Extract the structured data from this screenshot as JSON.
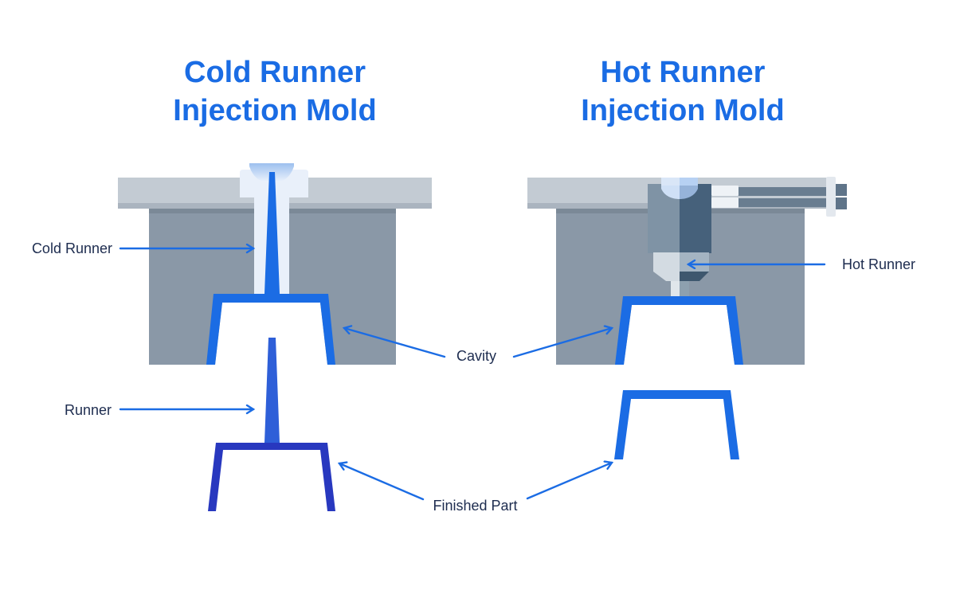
{
  "titles": {
    "left": {
      "line1": "Cold Runner",
      "line2": "Injection Mold"
    },
    "right": {
      "line1": "Hot Runner",
      "line2": "Injection Mold"
    }
  },
  "labels": {
    "cold_runner": "Cold Runner",
    "runner": "Runner",
    "cavity": "Cavity",
    "finished_part": "Finished Part",
    "hot_runner": "Hot Runner"
  },
  "colors": {
    "title_blue": "#1a6ce4",
    "accent_blue": "#1b6ce4",
    "label_navy": "#1d2c4f",
    "left_runner_stem": "#2e5fd8",
    "left_finished_part": "#2838bf",
    "plate_gray": "#c3cbd3",
    "plate_edge": "#aab4bf",
    "body_gray": "#8a98a7",
    "body_edge": "#7b8997",
    "bushing_light": "#e9f0fa",
    "hot_block_light": "#7f93a5",
    "hot_block_dark": "#46617b",
    "nozzle_light": "#d3dbe2",
    "nozzle_medium": "#a4b4c2",
    "nozzle_dark": "#3e576e",
    "rod_gray": "#697d90",
    "connector_light": "#eef2f6",
    "dome_light": "#cfe0f6",
    "dome_dark": "#96b3d9",
    "tip_light": "#e0e6eb",
    "tip_dark": "#8da0af",
    "stub_dark": "#5f7489",
    "end_bar_light": "#e3e8ee",
    "funnel_opening_left": "#d9e6f7",
    "funnel_opening_right": "#b7d1f3"
  }
}
